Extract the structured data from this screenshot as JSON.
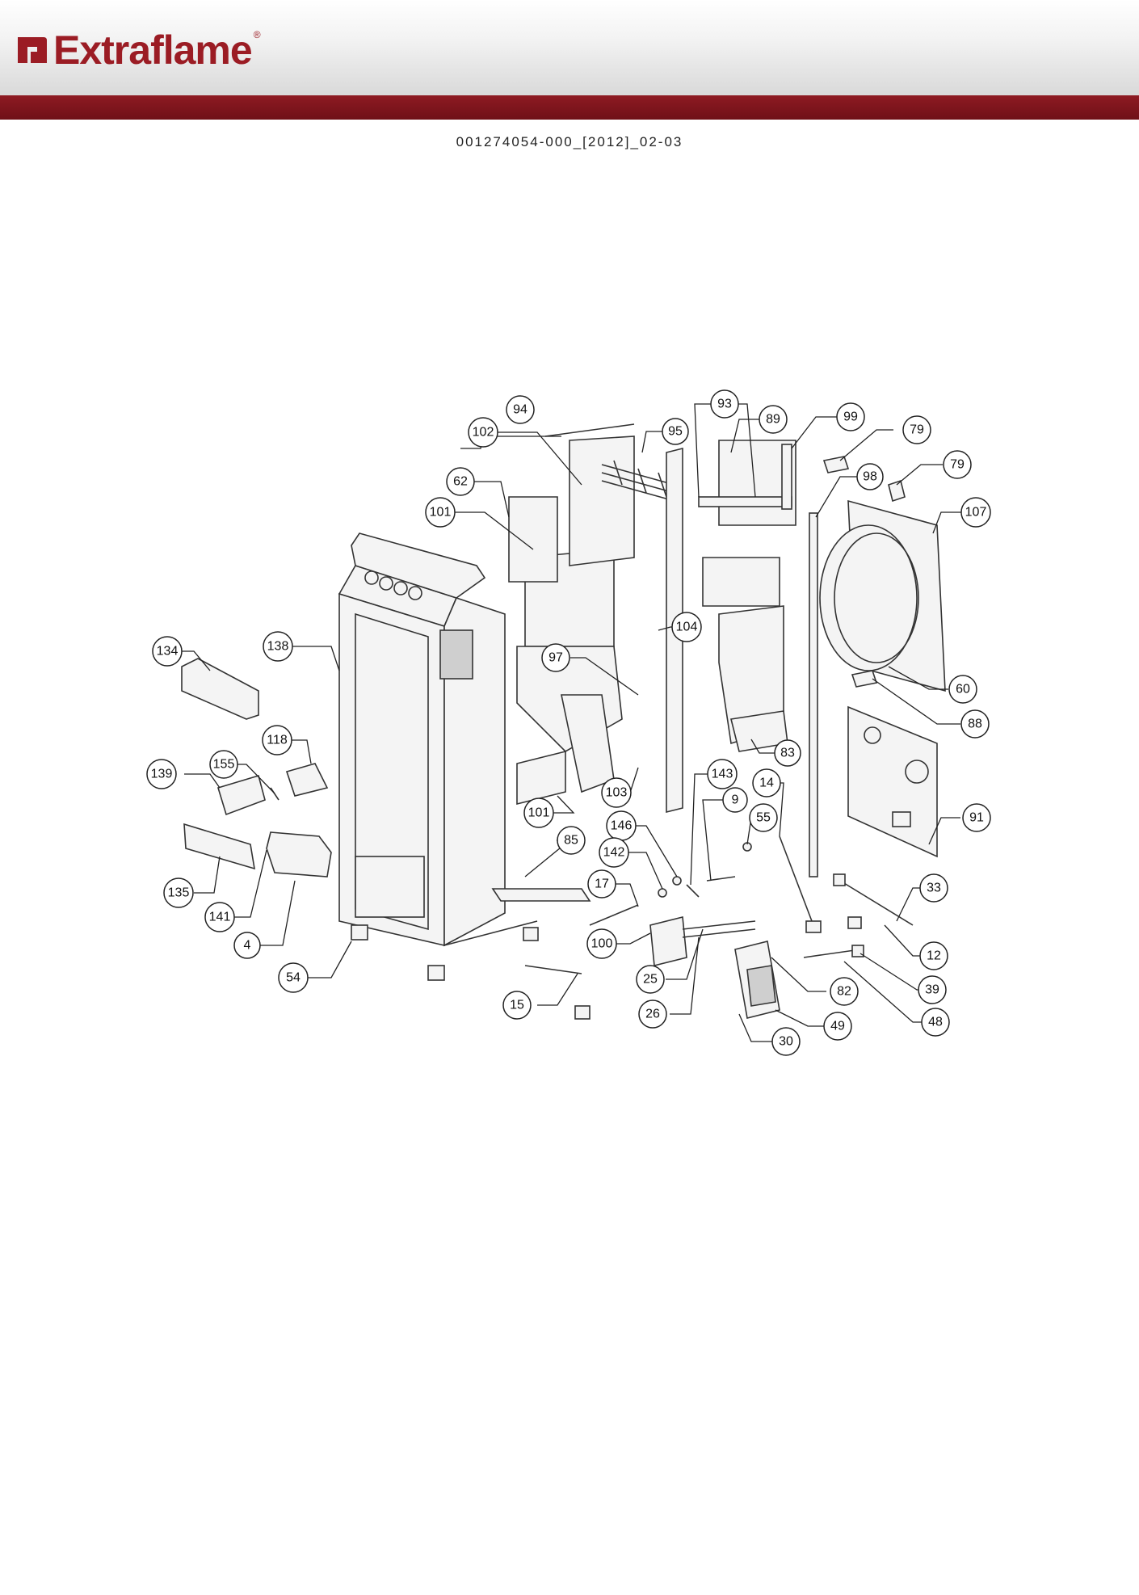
{
  "header": {
    "brand_name": "Extraflame",
    "brand_registered_mark": "®",
    "logo_icon": "flame-square-logo-icon",
    "colors": {
      "brand_red": "#9b1c24",
      "band_red": "#7a1219",
      "header_gray": "#d9d9d9"
    }
  },
  "document": {
    "code": "001274054-000_[2012]_02-03"
  },
  "diagram": {
    "type": "exploded-view-parts",
    "callouts": {
      "c4": "4",
      "c9": "9",
      "c12": "12",
      "c14": "14",
      "c15": "15",
      "c17": "17",
      "c25": "25",
      "c26": "26",
      "c30": "30",
      "c33": "33",
      "c39": "39",
      "c48": "48",
      "c49": "49",
      "c54": "54",
      "c55": "55",
      "c60": "60",
      "c62": "62",
      "c79a": "79",
      "c79b": "79",
      "c82": "82",
      "c83": "83",
      "c85": "85",
      "c88": "88",
      "c89": "89",
      "c91": "91",
      "c93": "93",
      "c94": "94",
      "c95": "95",
      "c97": "97",
      "c98": "98",
      "c99": "99",
      "c100": "100",
      "c101a": "101",
      "c101b": "101",
      "c102": "102",
      "c103": "103",
      "c104": "104",
      "c107": "107",
      "c118": "118",
      "c134": "134",
      "c135": "135",
      "c138": "138",
      "c139": "139",
      "c141": "141",
      "c142": "142",
      "c143": "143",
      "c146": "146",
      "c155": "155"
    }
  }
}
